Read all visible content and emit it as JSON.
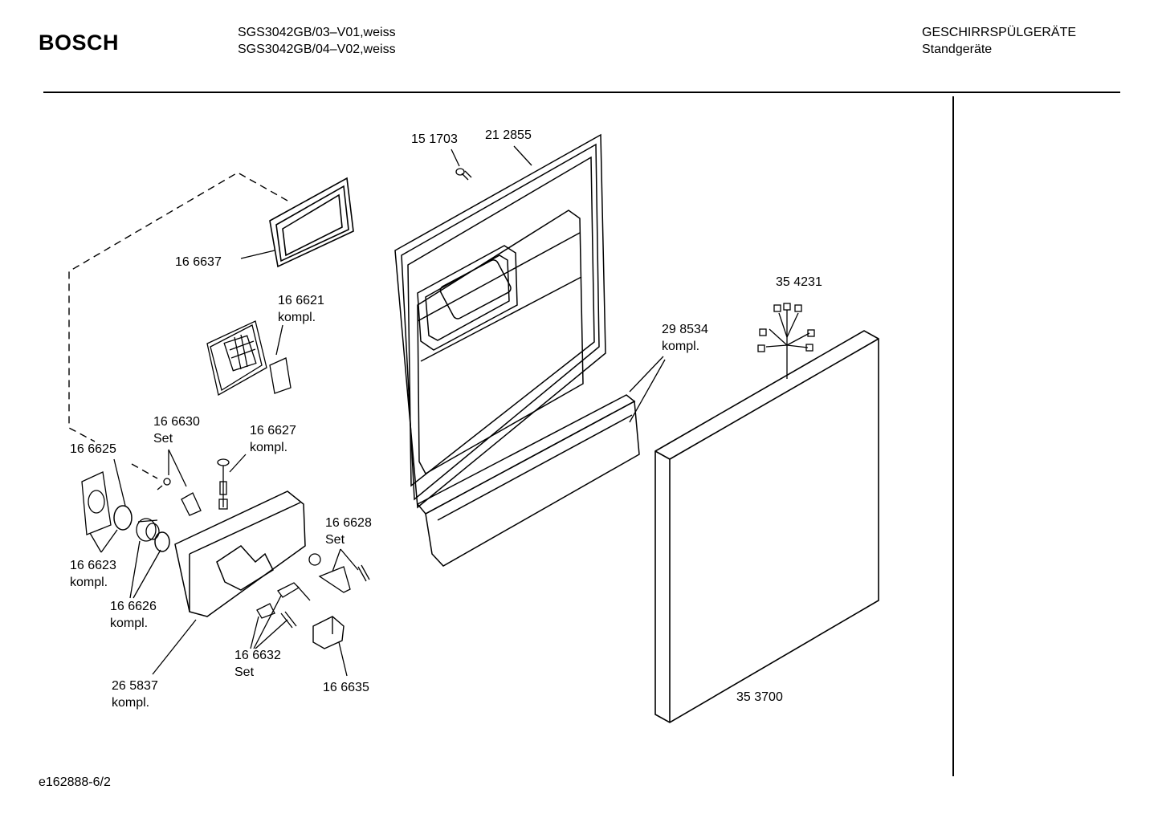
{
  "header": {
    "brand": "BOSCH",
    "model_lines": [
      "SGS3042GB/03–V01,weiss",
      "SGS3042GB/04–V02,weiss"
    ],
    "category": "GESCHIRRSPÜLGERÄTE",
    "subcategory": "Standgeräte"
  },
  "footer": {
    "doc_id": "e162888-6/2"
  },
  "parts": [
    {
      "number": "15 1703",
      "note": ""
    },
    {
      "number": "21 2855",
      "note": ""
    },
    {
      "number": "16 6637",
      "note": ""
    },
    {
      "number": "16 6621",
      "note": "kompl."
    },
    {
      "number": "35 4231",
      "note": ""
    },
    {
      "number": "29 8534",
      "note": "kompl."
    },
    {
      "number": "16 6630",
      "note": "Set"
    },
    {
      "number": "16 6627",
      "note": "kompl."
    },
    {
      "number": "16 6625",
      "note": ""
    },
    {
      "number": "16 6628",
      "note": "Set"
    },
    {
      "number": "16 6623",
      "note": "kompl."
    },
    {
      "number": "16 6626",
      "note": "kompl."
    },
    {
      "number": "16 6632",
      "note": "Set"
    },
    {
      "number": "26 5837",
      "note": "kompl."
    },
    {
      "number": "16 6635",
      "note": ""
    },
    {
      "number": "35 3700",
      "note": ""
    }
  ]
}
